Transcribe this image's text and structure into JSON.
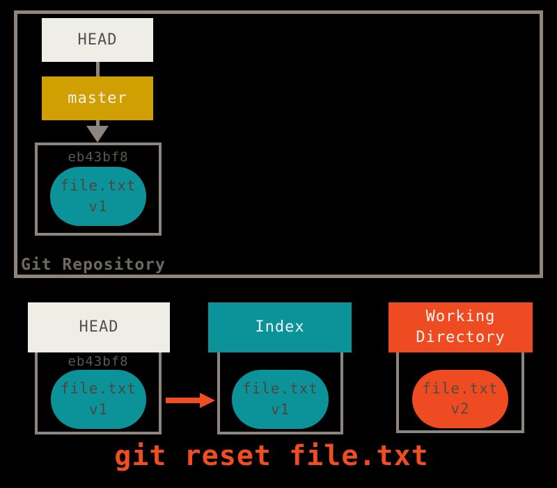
{
  "colors": {
    "background": "#000000",
    "frame_border": "#8E857C",
    "head_box": "#EFEEE6",
    "branch_box": "#D0A002",
    "index_teal": "#0C939A",
    "working_dir_orange": "#EF4B23",
    "command_red": "#F04D23",
    "dark_text": "#57504A",
    "hash_text": "#5C5750"
  },
  "repository": {
    "label": "Git Repository",
    "head_label": "HEAD",
    "branch_label": "master",
    "commit": {
      "hash": "eb43bf8",
      "file": "file.txt",
      "version": "v1"
    }
  },
  "columns": [
    {
      "header": "HEAD",
      "hash": "eb43bf8",
      "file": "file.txt",
      "version": "v1"
    },
    {
      "header": "Index",
      "file": "file.txt",
      "version": "v1"
    },
    {
      "header": "Working Directory",
      "file": "file.txt",
      "version": "v2"
    }
  ],
  "command": {
    "text": "git reset file.txt"
  }
}
